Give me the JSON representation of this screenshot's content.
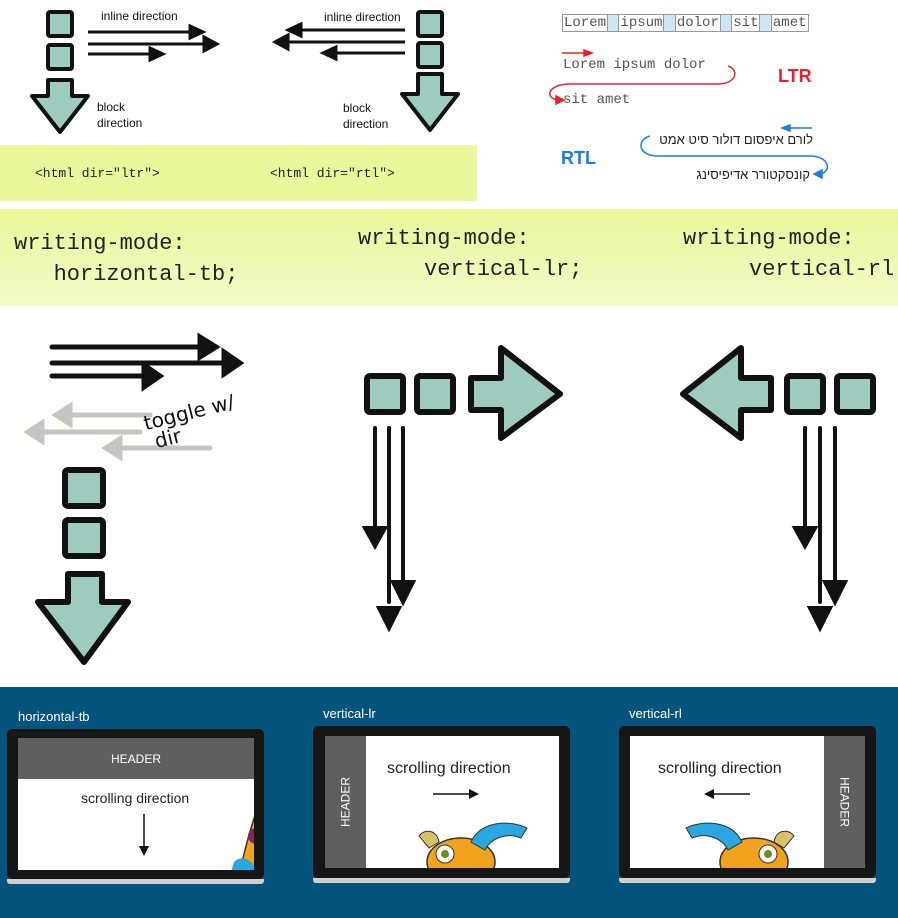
{
  "top_left": {
    "ltr_inline_label": "inline direction",
    "ltr_block_label": "block\ndirection",
    "rtl_inline_label": "inline direction",
    "rtl_block_label": "block\ndirection",
    "ltr_code": "<html dir=\"ltr\">",
    "rtl_code": "<html dir=\"rtl\">"
  },
  "top_right": {
    "lorem_words": [
      "Lorem",
      "ipsum",
      "dolor",
      "sit",
      "amet"
    ],
    "ltr_line1": "Lorem ipsum dolor",
    "ltr_line2": "sit amet",
    "ltr_label": "LTR",
    "rtl_line1": "לורם איפסום דולור סיט אמט",
    "rtl_line2": "קונסקטורר אדיפיסינג",
    "rtl_label": "RTL",
    "colors": {
      "ltr": "#e8202a",
      "rtl": "#1a7fe0"
    }
  },
  "writing_modes": {
    "horizontal": "writing-mode:\n   horizontal-tb;",
    "vertical_lr": "writing-mode:\n     vertical-lr;",
    "vertical_rl": "writing-mode:\n     vertical-rl;"
  },
  "diagram": {
    "toggle_label": "toggle w/\n dir",
    "box_color": "#9dcbbf"
  },
  "bottom": {
    "panels": [
      {
        "title": "horizontal-tb",
        "header": "HEADER",
        "scroll_label": "scrolling direction"
      },
      {
        "title": "vertical-lr",
        "header": "HEADER",
        "scroll_label": "scrolling direction"
      },
      {
        "title": "vertical-rl",
        "header": "HEADER",
        "scroll_label": "scrolling direction"
      }
    ],
    "background": "#04547e"
  }
}
